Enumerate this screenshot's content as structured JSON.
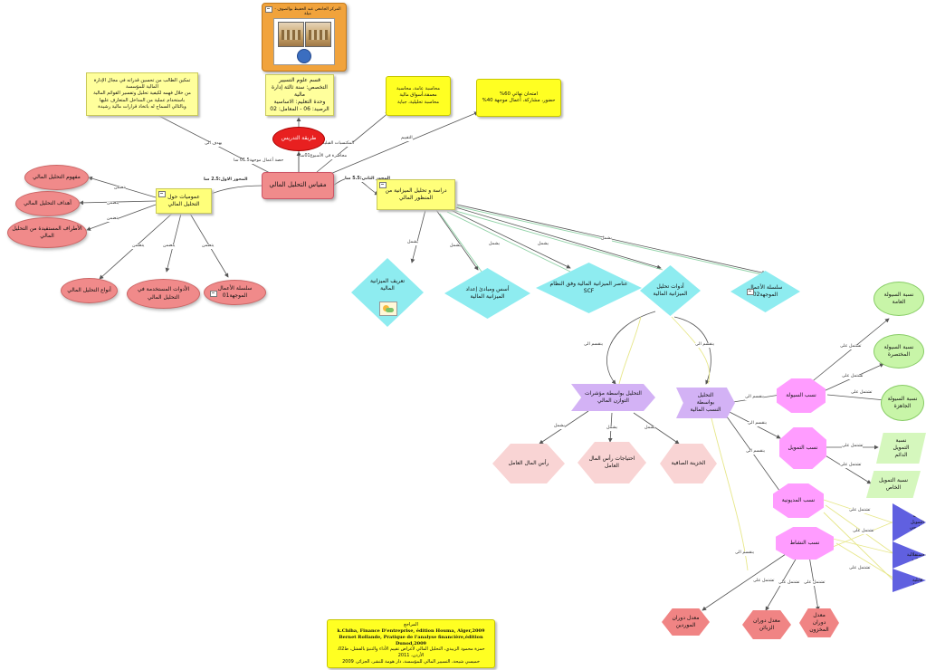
{
  "colors": {
    "edge": "#555555",
    "edge_light": "#8fd2a6"
  },
  "center": {
    "title": "مقياس التحليل المالي"
  },
  "header": {
    "caption": "المركز الجامعي عبد الحفيظ بوالصوف - ميلة",
    "photo_icon": "building-photo"
  },
  "dept_note": {
    "lines": [
      "قسم علوم التسيير",
      "التخصص: سنة ثالثة إدارة مالية",
      "وحدة التعليم: الاساسية",
      "الرصيد: 06 - المعامل: 02"
    ]
  },
  "method": {
    "label": "طريقة التدريس"
  },
  "goal_note": {
    "lines": [
      "تمكين الطالب من تحسين قدراته في مجال الإدارة المالية للمؤسسة",
      "من خلال فهمه لكيفية تحليل وتفسير القوائم المالية",
      "باستخدام عملية من المداخل المتعارف عليها",
      "وبالتالي السماح له باتخاذ قرارات مالية رشيدة"
    ]
  },
  "prereq_note": {
    "lines": [
      "محاسبة عامة، محاسبة معمقة،أسواق مالية",
      "محاسبة تحليلية، جباية"
    ]
  },
  "eval_note": {
    "lines": [
      "امتحان نهائي 60%",
      "حضور، مشاركة، أعمال موجهة 40%"
    ]
  },
  "refs": {
    "title": "المراجع",
    "lines": [
      "k.Chiha, Finance D'entreprise, édition Houma, Alger,2009",
      "Bernet Rollande, Pratique de l'analyse financière,édition Dunod,2009",
      "حمزة محمود الزبيدي، التحليل المالي لأغراض تقييم الأداء والتنبؤ بالفشل، ط02، الأردن، 2011",
      "خميسي شيحة، التسيير المالي للمؤسسة، دار هومة للنشر، الجزائر، 2009"
    ]
  },
  "axis1": {
    "label": "عموميات حول التحليل المالي"
  },
  "axis1_children": [
    "مفهوم التحليل المالي",
    "أهداف التحليل المالي",
    "الأطراف المستفيدة من التحليل المالي",
    "أنواع التحليل المالي",
    "الأدوات المستخدمة في التحليل المالي",
    "سلسلة الأعمال الموجهة01"
  ],
  "axis2": {
    "label": "دراسة و تحليل الميزانية من المنظور المالي"
  },
  "axis2_children": [
    "تعريف الميزانية المالية",
    "أسس ومبادئ إعداد الميزانية المالية",
    "عناصر الميزانية المالية وفق النظام SCF",
    "أدوات تحليل الميزانية المالية",
    "سلسلة الأعمال الموجهة02"
  ],
  "chev_equilibria": {
    "label": "التحليل بواسطة مؤشرات التوازن المالي"
  },
  "chev_ratios": {
    "label": "التحليل بواسطة النسب المالية"
  },
  "equilibria_children": [
    "رأس المال العامل",
    "احتياجات رأس المال العامل",
    "الخزينة الصافية"
  ],
  "ratio_groups": [
    {
      "label": "نسب السيولة",
      "children": [
        "نسبة السيولة العامة",
        "نسبة السيولة المختصرة",
        "نسبة السيولة الجاهزة"
      ]
    },
    {
      "label": "نسب التمويل",
      "children": [
        "نسبة التمويل الدائم",
        "نسبة التمويل الخاص"
      ]
    },
    {
      "label": "نسب المديونية",
      "children": [
        "نسبة التمويل الخارجي",
        "نسبة الاستقلالية المالية",
        "نسبة قابلية السداد"
      ]
    },
    {
      "label": "نسب النشاط",
      "children": [
        "معدل دوران المخزون",
        "معدل دوران الزبائن",
        "معدل دوران الموردين"
      ]
    }
  ],
  "edge_labels": {
    "goal": "يهدف الى",
    "hours1": "محاضرة في الأسبوع01سا",
    "hours2": "حصة أعمال موجهة01.5 سا",
    "prereq": "المكتسبات القبلية",
    "eval": "التقييم",
    "axis1": "المحور الاول:2.5 سا",
    "axis2": "المحور الثاني:5.5 سا",
    "includes": "يتضمن",
    "includes2": "يشمل",
    "divides": "ينقسم الى",
    "split": "ينقسم الى",
    "comprises": "يشمل",
    "leads": "تشتمل على"
  }
}
